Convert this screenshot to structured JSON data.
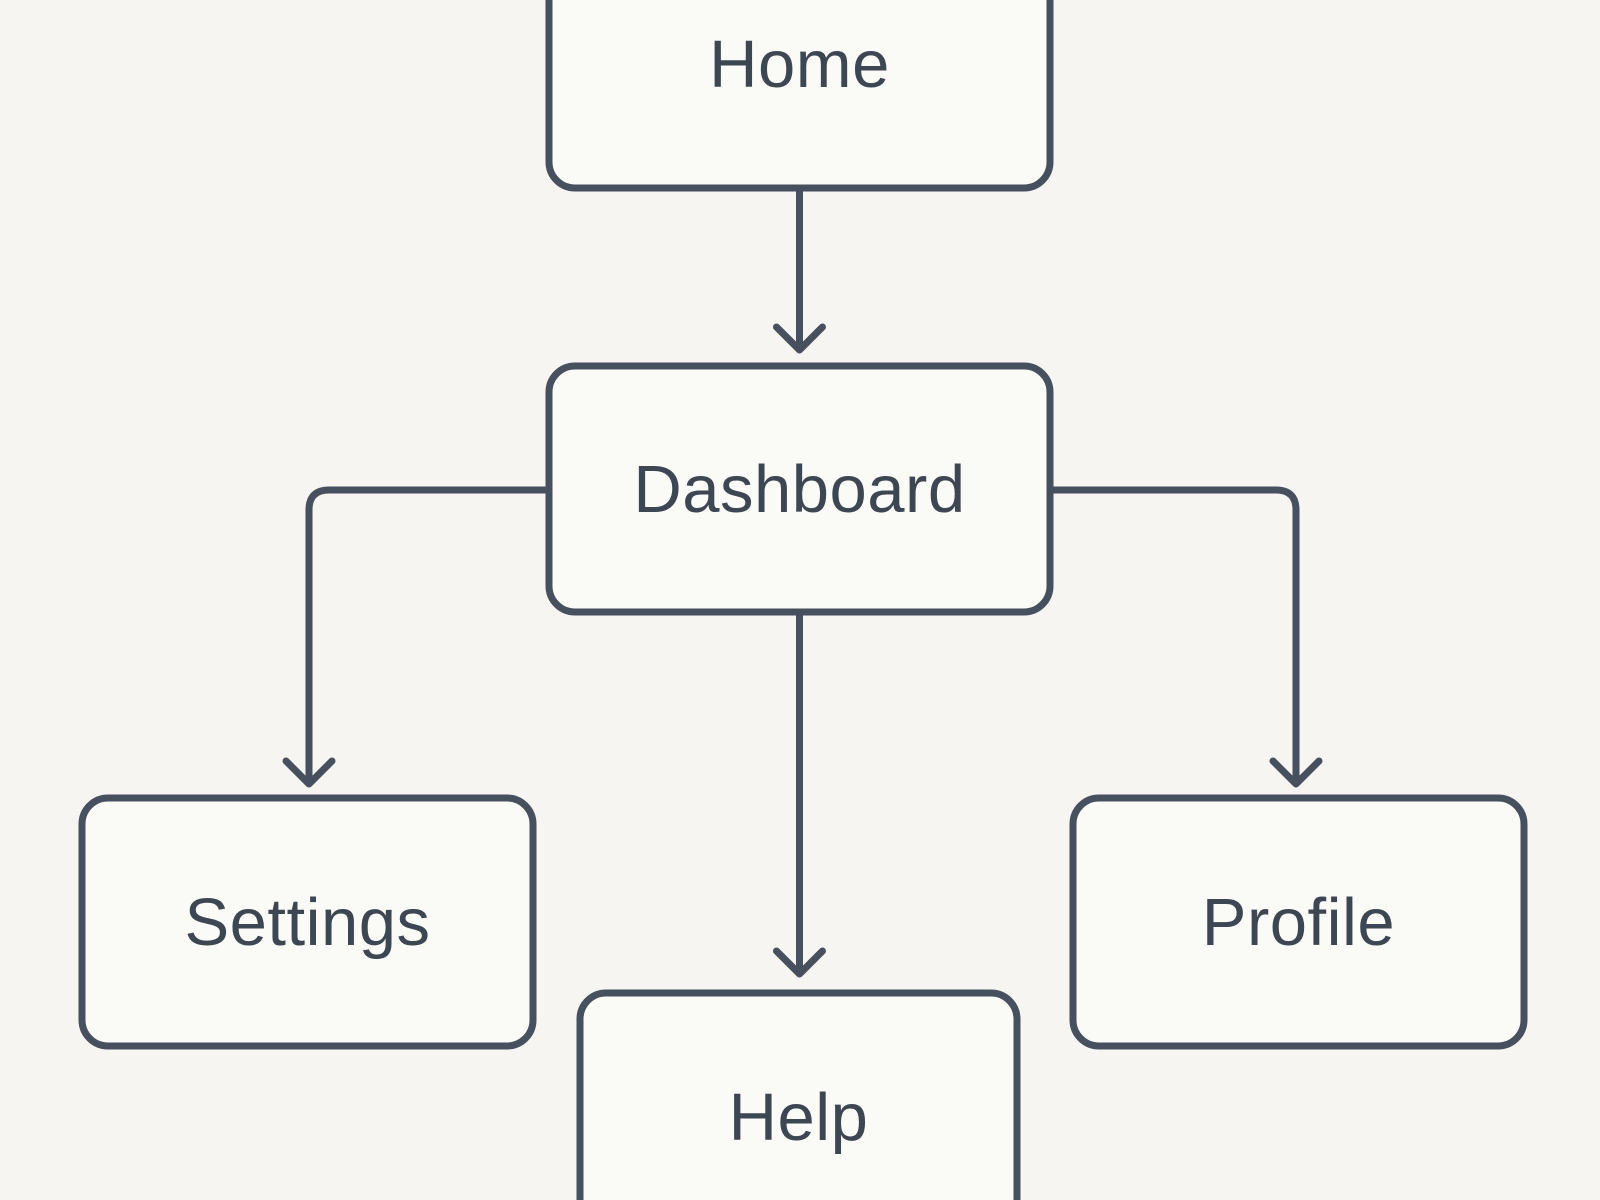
{
  "diagram": {
    "type": "flowchart",
    "nodes": [
      {
        "id": "home",
        "label": "Home"
      },
      {
        "id": "dashboard",
        "label": "Dashboard"
      },
      {
        "id": "settings",
        "label": "Settings"
      },
      {
        "id": "help",
        "label": "Help"
      },
      {
        "id": "profile",
        "label": "Profile"
      }
    ],
    "edges": [
      {
        "from": "home",
        "to": "dashboard"
      },
      {
        "from": "dashboard",
        "to": "settings"
      },
      {
        "from": "dashboard",
        "to": "help"
      },
      {
        "from": "dashboard",
        "to": "profile"
      }
    ],
    "colors": {
      "background": "#f6f5f2",
      "node_fill": "#fafaf7",
      "stroke": "#46505e",
      "text": "#3d4653"
    }
  }
}
